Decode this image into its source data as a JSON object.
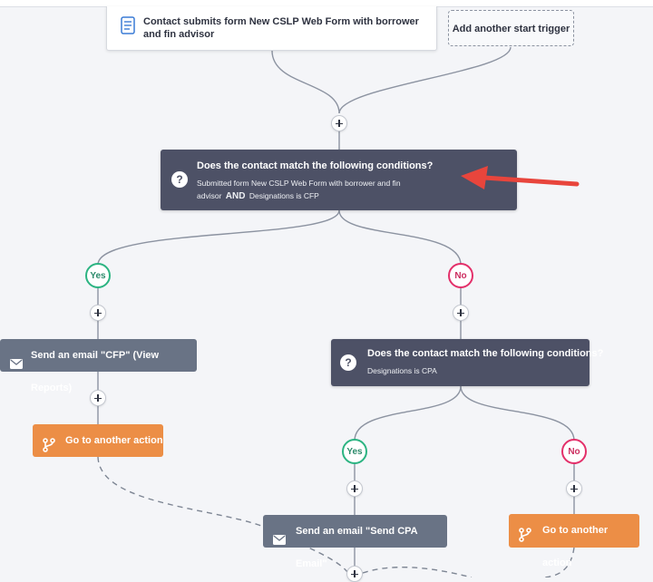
{
  "trigger": {
    "text": "Contact submits form New CSLP Web Form with borrower and fin advisor",
    "icon": "document-icon"
  },
  "add_trigger": {
    "label": "Add another start trigger"
  },
  "condition_1": {
    "title": "Does the contact match the following conditions?",
    "detail_part1": "Submitted form New CSLP Web Form with borrower and fin advisor",
    "detail_and": "AND",
    "detail_part2": "Designations is CFP"
  },
  "branch_1": {
    "yes_label": "Yes",
    "no_label": "No"
  },
  "yes_path": {
    "email_label": "Send an email \"CFP\" (View Reports)",
    "goto_label": "Go to another action"
  },
  "condition_2": {
    "title": "Does the contact match the following conditions?",
    "detail": "Designations is CPA"
  },
  "branch_2": {
    "yes_label": "Yes",
    "no_label": "No"
  },
  "cpa_path": {
    "email_label": "Send an email \"Send CPA Email\""
  },
  "no_path": {
    "goto_label": "Go to another action"
  },
  "colors": {
    "condition": "#4d5166",
    "email_action": "#697385",
    "goto_action": "#ec8e46",
    "yes": "#2cb482",
    "no": "#e3306a",
    "arrow": "#e8453c"
  }
}
